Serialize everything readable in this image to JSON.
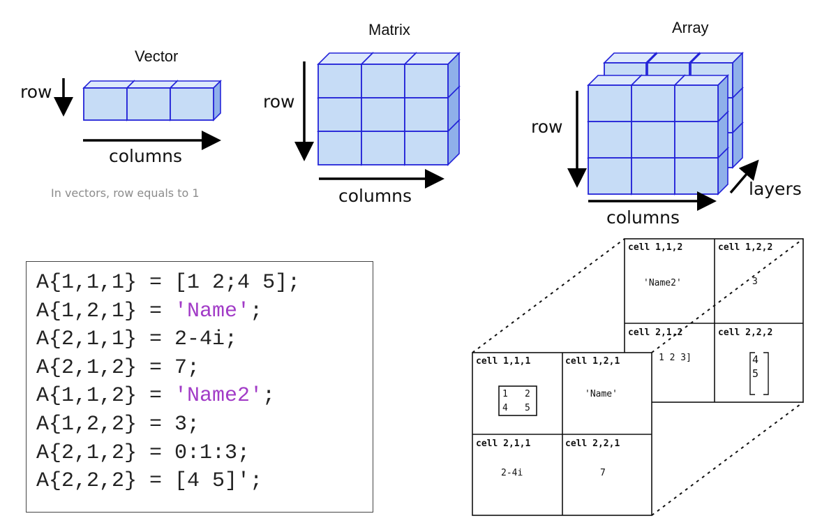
{
  "vector": {
    "title": "Vector",
    "row_label": "row",
    "col_label": "columns",
    "note": "In vectors, row equals to 1"
  },
  "matrix": {
    "title": "Matrix",
    "row_label": "row",
    "col_label": "columns"
  },
  "array": {
    "title": "Array",
    "row_label": "row",
    "col_label": "columns",
    "layer_label": "layers"
  },
  "code": {
    "lines": [
      {
        "prefix": "A{1,1,1} = ",
        "value": "[1 2;4 5];",
        "is_string": false
      },
      {
        "prefix": "A{1,2,1} = ",
        "value": "'Name'",
        "suffix": ";",
        "is_string": true
      },
      {
        "prefix": "A{2,1,1} = ",
        "value": "2-4i;",
        "is_string": false
      },
      {
        "prefix": "A{2,1,2} = ",
        "value": "7;",
        "is_string": false
      },
      {
        "prefix": "A{1,1,2} = ",
        "value": "'Name2'",
        "suffix": ";",
        "is_string": true
      },
      {
        "prefix": "A{1,2,2} = ",
        "value": "3;",
        "is_string": false
      },
      {
        "prefix": "A{2,1,2} = ",
        "value": "0:1:3;",
        "is_string": false
      },
      {
        "prefix": "A{2,2,2} = ",
        "value": "[4 5]';",
        "is_string": false
      }
    ]
  },
  "cells": {
    "back": {
      "c112": {
        "tag": "cell 1,1,2",
        "val": "'Name2'"
      },
      "c122": {
        "tag": "cell 1,2,2",
        "val": "3"
      },
      "c212": {
        "tag": "cell 2,1,2",
        "val": "1 2 3]"
      },
      "c222": {
        "tag": "cell 2,2,2",
        "val_top": "4",
        "val_bottom": "5"
      }
    },
    "front": {
      "c111": {
        "tag": "cell 1,1,1",
        "m11": "1",
        "m12": "2",
        "m21": "4",
        "m22": "5"
      },
      "c121": {
        "tag": "cell 1,2,1",
        "val": "'Name'"
      },
      "c211": {
        "tag": "cell 2,1,1",
        "val": "2-4i"
      },
      "c221": {
        "tag": "cell 2,2,1",
        "val": "7"
      }
    }
  },
  "colors": {
    "cube_front": "#c6dcf6",
    "cube_edge": "#2323d8",
    "cube_top": "#dde9fb",
    "cube_side": "#8fb0ea",
    "string": "#a23cc7"
  }
}
